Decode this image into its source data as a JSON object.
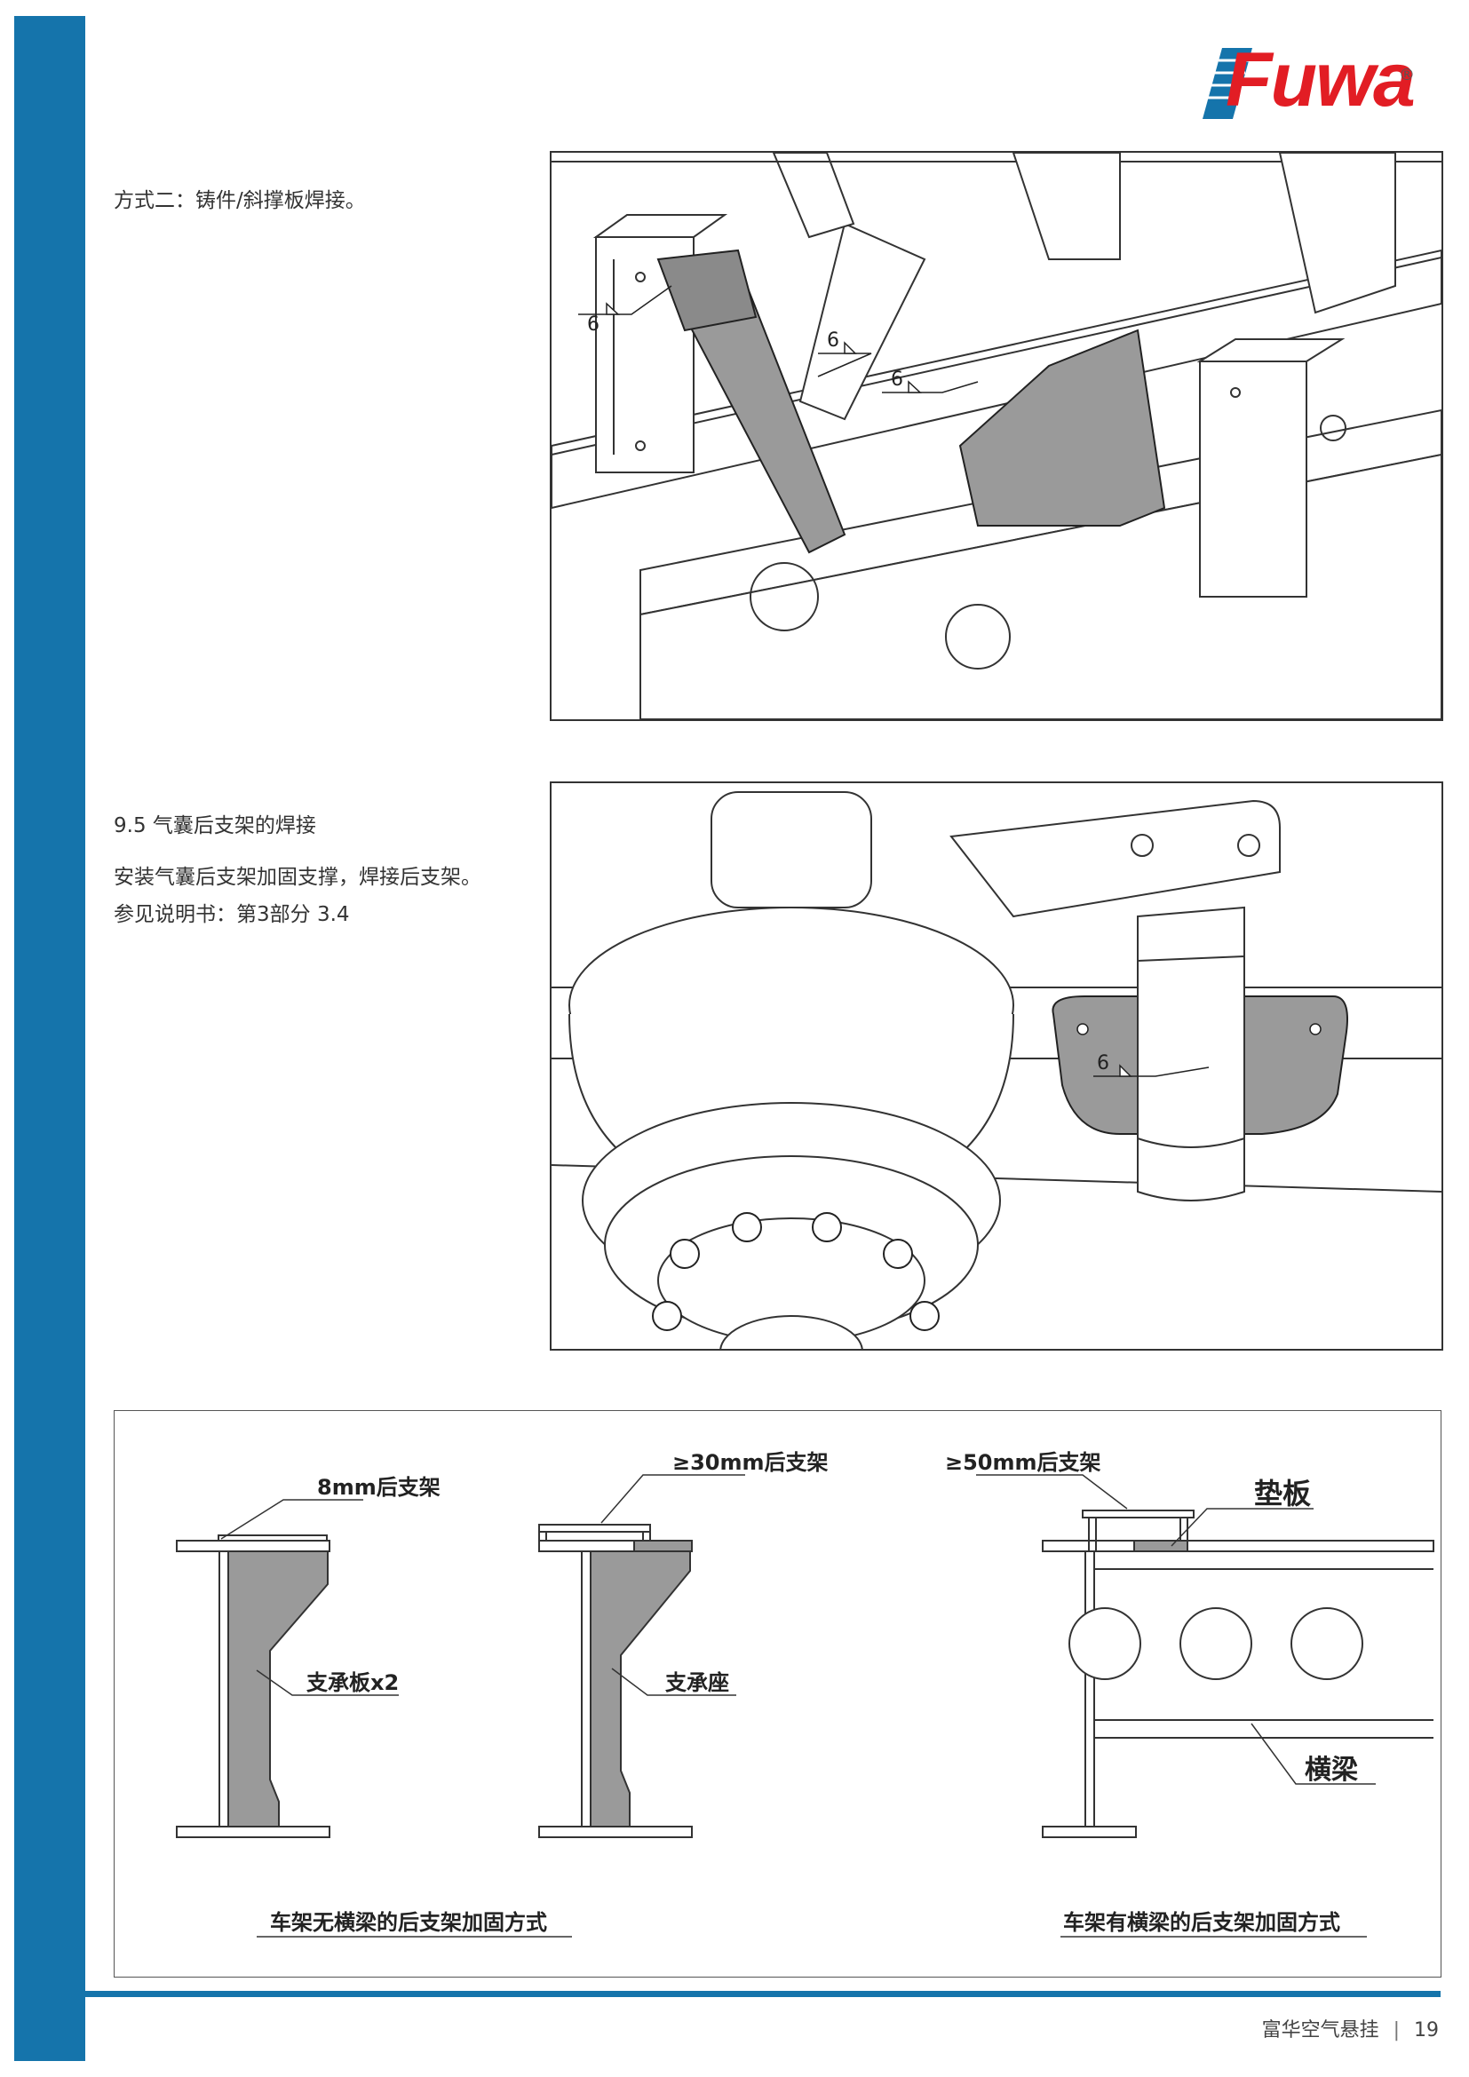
{
  "brand": {
    "logo_text": "Fuwa",
    "registered_mark": "®"
  },
  "method2_title": "方式二：铸件/斜撑板焊接。",
  "section_9_5": {
    "heading": "9.5  气囊后支架的焊接",
    "line1": "安装气囊后支架加固支撑，焊接后支架。",
    "line2": "参见说明书：第3部分 3.4"
  },
  "figure1": {
    "weld_labels": [
      "6",
      "6",
      "6"
    ]
  },
  "figure2": {
    "weld_label": "6"
  },
  "figure3": {
    "label_8mm": "8mm后支架",
    "label_30mm": "≥30mm后支架",
    "label_50mm": "≥50mm后支架",
    "label_pad": "垫板",
    "label_support_plate": "支承板x2",
    "label_support_seat": "支承座",
    "label_crossbeam": "横梁",
    "caption_left": "车架无横梁的后支架加固方式",
    "caption_right": "车架有横梁的后支架加固方式"
  },
  "footer": {
    "title": "富华空气悬挂",
    "separator": "|",
    "page": "19"
  },
  "colors": {
    "sidebar": "#1574ab",
    "logo": "#e21d24",
    "logo_stripes": "#1574ab",
    "weld_fill": "#9a9a9a"
  }
}
